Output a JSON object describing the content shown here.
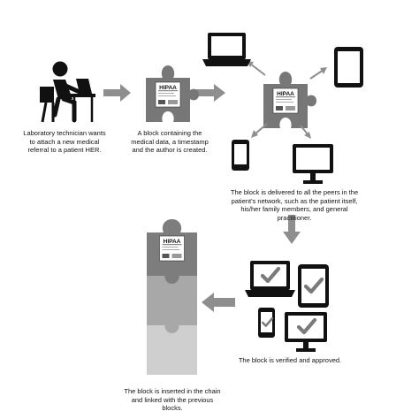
{
  "badge": {
    "title": "HIPAA"
  },
  "steps": {
    "step1": {
      "lines": [
        "Laboratory technician wants",
        "to attach a new medical",
        "referral to a patient HER."
      ]
    },
    "step2": {
      "lines": [
        "A block containing the",
        "medical data, a timestamp",
        "and the author is created."
      ]
    },
    "step3": {
      "lines": [
        "The block is delivered to all the peers in the",
        "patient's network, such as the patient itself,",
        "his/her family members, and general",
        "practitioner."
      ]
    },
    "step4": {
      "lines": [
        "The block is verified and approved."
      ]
    },
    "step5": {
      "lines": [
        "The block is inserted in the chain",
        "and linked with the previous",
        "blocks."
      ]
    }
  },
  "icons": [
    "person-at-laptop-icon",
    "laptop-icon",
    "tablet-icon",
    "phone-icon",
    "monitor-icon",
    "checkmark-icon",
    "arrow-icon",
    "puzzle-block-icon"
  ],
  "colors": {
    "arrow": "#8e8e8e",
    "block": "#777777",
    "chain_top": "#7d7d7d",
    "chain_mid": "#a8a8a8",
    "chain_bottom": "#cfcfcf",
    "check": "#7a7a7a",
    "device": "#111111"
  }
}
